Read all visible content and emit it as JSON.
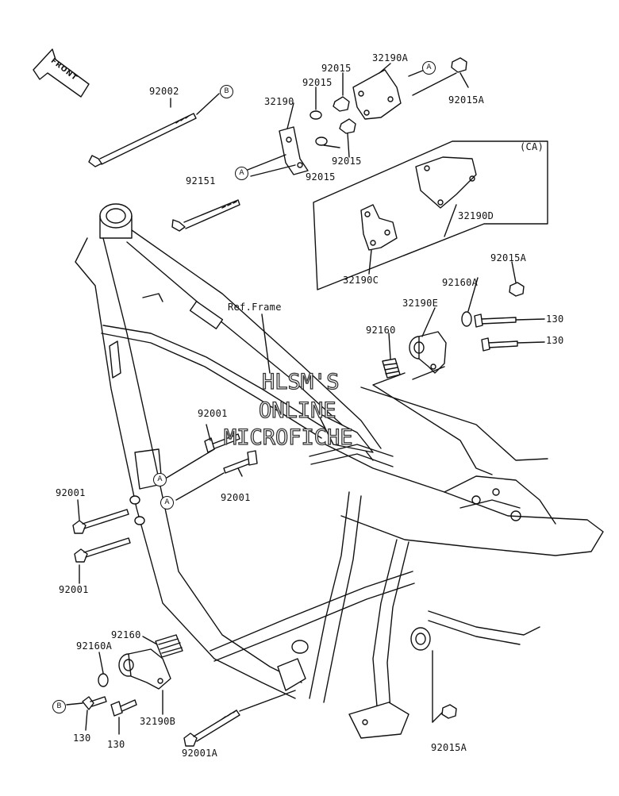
{
  "front_indicator": "FRONT",
  "kit_group_label": "(CA)",
  "ref_frame": "Ref.Frame",
  "watermark": [
    "HLSM'S",
    "ONLINE",
    "MICROFICHE"
  ],
  "callout_letters": {
    "a": "A",
    "b": "B"
  },
  "parts": {
    "p92002": "92002",
    "p32190": "32190",
    "p92015": "92015",
    "p32190A": "32190A",
    "p92015A": "92015A",
    "p92151": "92151",
    "p32190D": "32190D",
    "p32190C": "32190C",
    "p92160A": "92160A",
    "p32190E": "32190E",
    "p92160": "92160",
    "p130": "130",
    "p92001": "92001",
    "p32190B": "32190B",
    "p92001A": "92001A"
  }
}
